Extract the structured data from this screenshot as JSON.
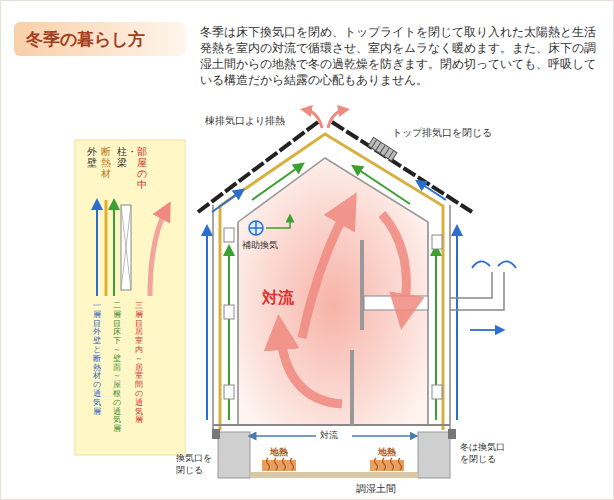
{
  "diagram": {
    "title": "冬季の暮らし方",
    "nodes": [
      {
        "text": [
          "外壁",
          "断熱材",
          "柱・梁",
          "部屋の中",
          "一層目　外壁と断熱材の通気層",
          "二層目　床下～壁面～屋根の通気層",
          "三層目　居室内～居室間の通気層"
        ]
      }
    ],
    "labels": [
      "冬季は床下換気口を閉め、トップライトを閉じて取り入れた太陽熱と生活発熱を室内の対流で循環させ、室内をムラなく暖めます。また、床下の調湿土間からの地熱で冬の過乾燥を防ぎます。閉め切っていても、呼吸している構造だから結露の心配もありません。",
      "棟排気口より排熱",
      "トップ排気口を閉じる",
      "補助換気",
      "対流",
      "対流",
      "地熱",
      "地熱",
      "換気口を閉じる",
      "冬は換気口を閉じる",
      "調湿土間"
    ]
  }
}
